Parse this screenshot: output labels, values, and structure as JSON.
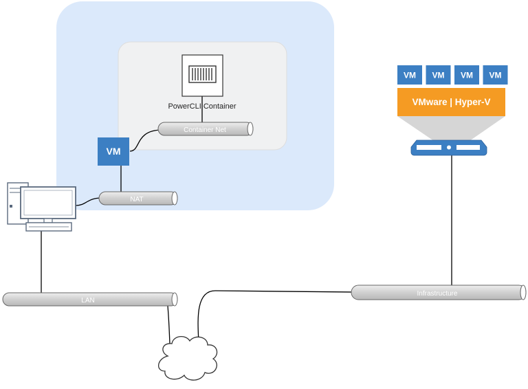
{
  "colors": {
    "outer_zone": "#dbe9fb",
    "inner_zone": "#f0f1f2",
    "pipe": "#d9d9d9",
    "vm_blue": "#3c7fc3",
    "hypervisor_orange": "#f59b23",
    "wire": "#000000"
  },
  "labels": {
    "container": "PowerCLI Container",
    "container_net": "Container Net",
    "nat": "NAT",
    "lan": "LAN",
    "infrastructure": "Infrastructure",
    "vm": "VM",
    "hypervisor": "VMware | Hyper-V"
  },
  "hypervisor_vms": [
    "VM",
    "VM",
    "VM",
    "VM"
  ],
  "icons": {
    "container": "container-icon",
    "workstation": "workstation-icon",
    "server": "server-icon",
    "cloud": "cloud-icon"
  }
}
